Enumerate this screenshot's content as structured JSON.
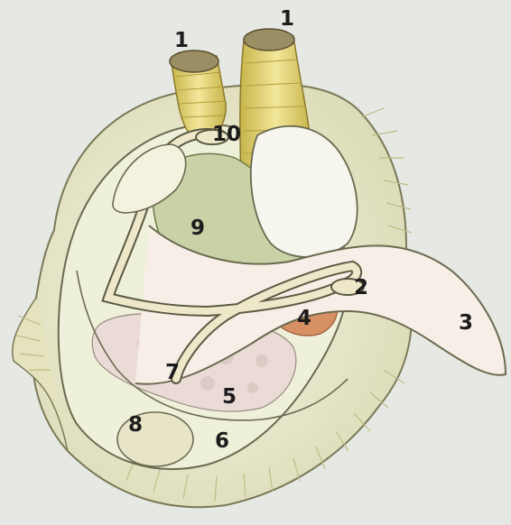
{
  "diagram": {
    "labels": [
      {
        "id": "siphon-left",
        "text": "1"
      },
      {
        "id": "siphon-right",
        "text": "1"
      },
      {
        "id": "part-2",
        "text": "2"
      },
      {
        "id": "foot",
        "text": "3"
      },
      {
        "id": "part-4",
        "text": "4"
      },
      {
        "id": "part-5",
        "text": "5"
      },
      {
        "id": "part-6",
        "text": "6"
      },
      {
        "id": "part-7",
        "text": "7"
      },
      {
        "id": "part-8",
        "text": "8"
      },
      {
        "id": "part-9",
        "text": "9"
      },
      {
        "id": "part-10",
        "text": "10"
      }
    ]
  },
  "colors": {
    "background": "#e6e8e3",
    "shell": "#f1f1dc",
    "shell_ridges": "#c9c992",
    "siphon": "#e9dd7c",
    "siphon_dark": "#b9a63c",
    "gill": "#c9d1a6",
    "organ_pink": "#eadbd6",
    "organ_orange": "#d69064",
    "foot": "#f6ece4",
    "outline": "#5a5a44"
  }
}
